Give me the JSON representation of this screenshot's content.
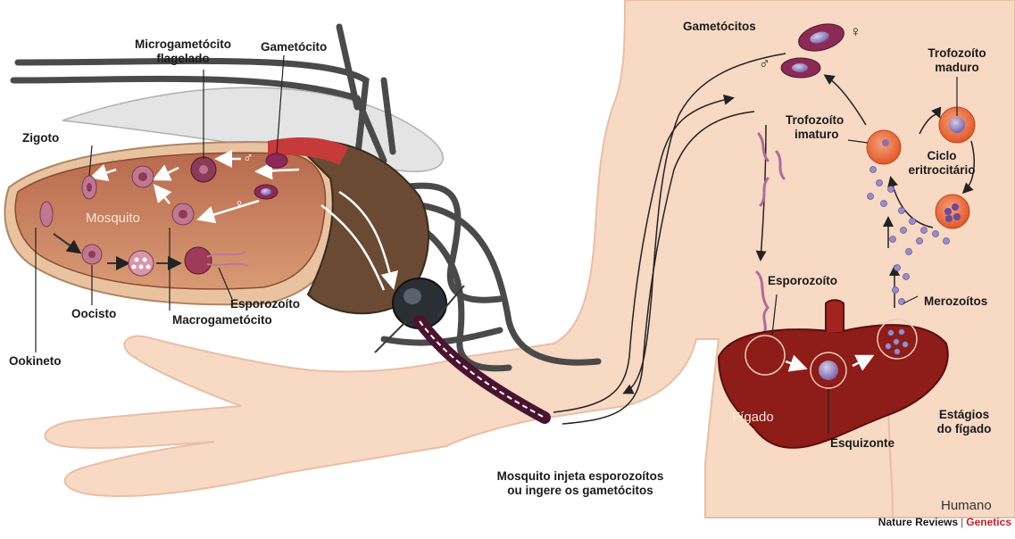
{
  "labels": {
    "microgametocito": [
      "Microgametócito",
      "flagelado"
    ],
    "gametocito_mosquito": "Gametócito",
    "zigoto": "Zigoto",
    "mosquito": "Mosquito",
    "esporozoito_mosquito": "Esporozoíto",
    "oocisto": "Oocisto",
    "macrogametocito": "Macrogametócito",
    "ookineto": "Ookineto",
    "gametocitos_humano": "Gametócitos",
    "trofozoito_maduro": [
      "Trofozoíto",
      "maduro"
    ],
    "trofozoito_imaturo": [
      "Trofozoíto",
      "imaturo"
    ],
    "ciclo_eritrocitario": [
      "Ciclo",
      "eritrocitário"
    ],
    "esporozoito_humano": "Esporozoíto",
    "merozoitos": "Merozoítos",
    "figado": "Fígado",
    "esquizonte": "Esquizonte",
    "estagios_figado": [
      "Estágios",
      "do fígado"
    ],
    "humano": "Humano",
    "transmissao": [
      "Mosquito injeta esporozoítos",
      "ou ingere os gametócitos"
    ]
  },
  "symbols": {
    "male": "♂",
    "female": "♀"
  },
  "footer": {
    "source": "Nature Reviews",
    "separator": "|",
    "journal": "Genetics"
  },
  "colors": {
    "skin": "#f7d9c4",
    "skin_outline": "#e8bfa6",
    "mosquito_gut": "#c98a6a",
    "mosquito_body": "#4a4038",
    "liver": "#8e1c18",
    "rbc": "#e8693c",
    "parasite": "#8b6fb0",
    "gametocyte": "#8b2a55",
    "footer_accent": "#c0202a"
  }
}
